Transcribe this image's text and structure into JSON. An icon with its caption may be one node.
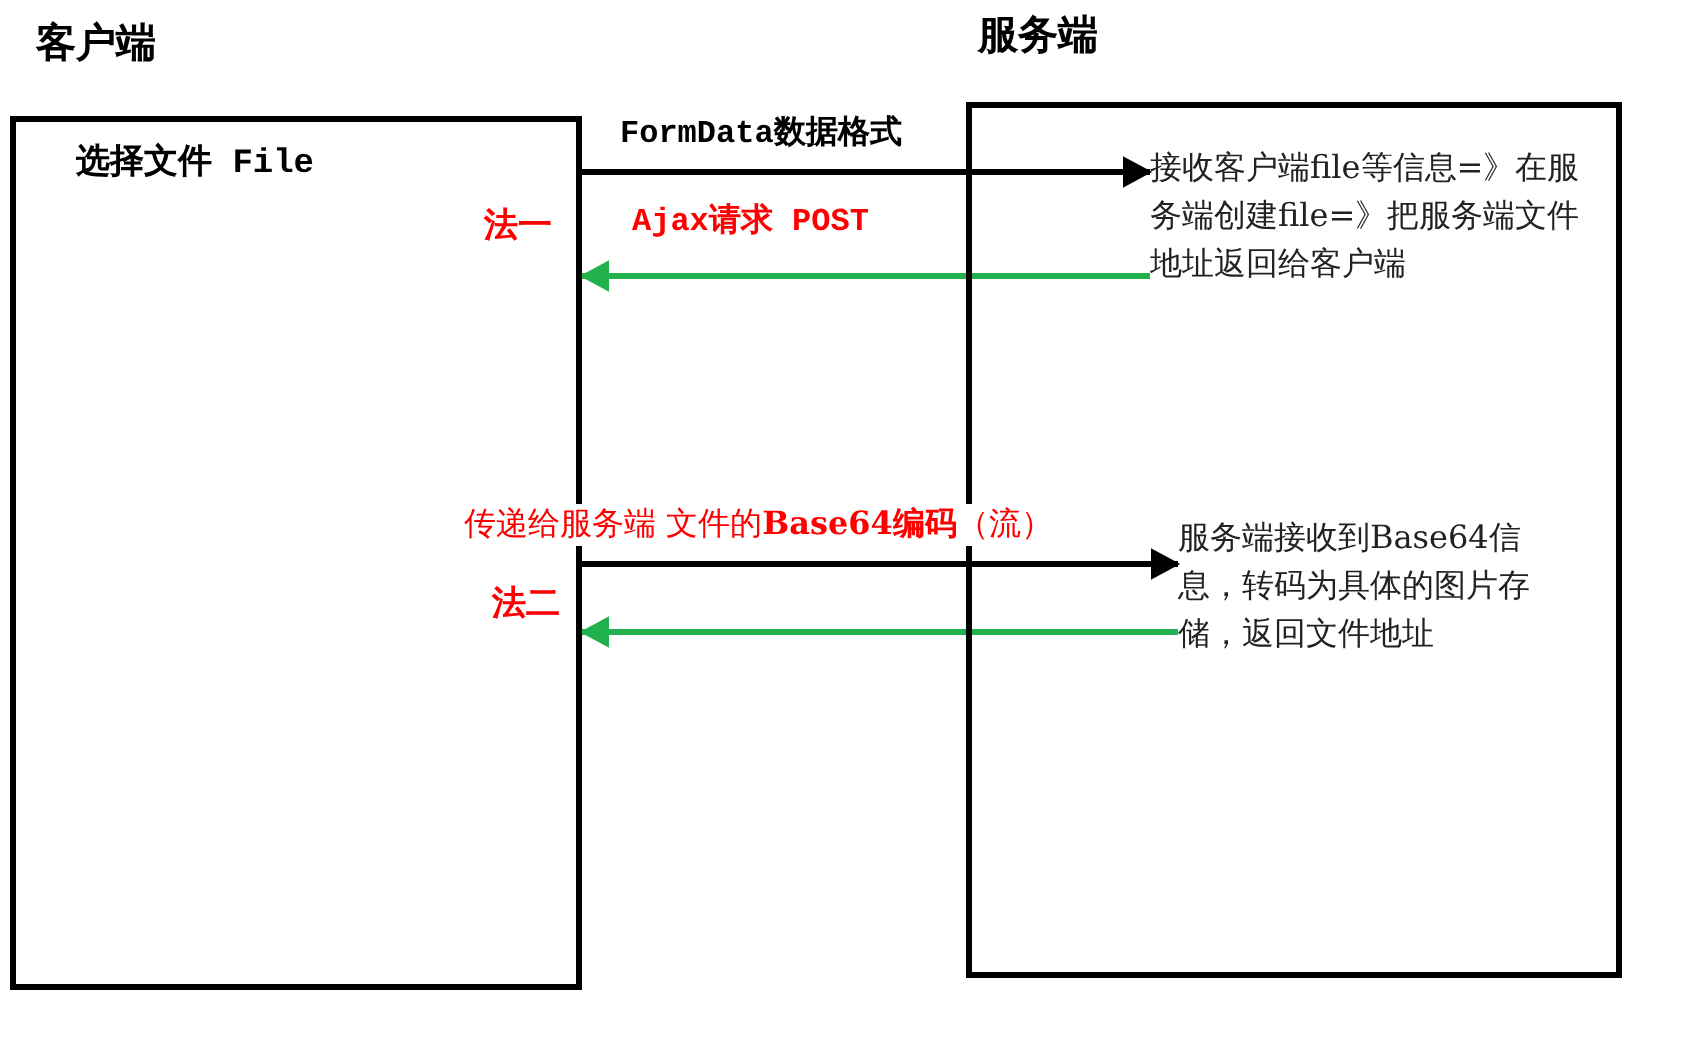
{
  "diagram": {
    "nodes": [
      {
        "text": [
          "客户端",
          "选择文件 File"
        ]
      },
      {
        "text": [
          "服务端"
        ]
      },
      {
        "text": [
          "接收客户端file等信息=》在服务端创建file=》把服务端文件地址返回给客户端"
        ],
        "in": 1
      },
      {
        "text": [
          "服务端接收到Base64信息，转码为具体的图片存储，返回文件地址"
        ],
        "in": 1
      }
    ],
    "edges": [
      {
        "from": 0,
        "to": 2,
        "arrow": "to",
        "label": "FormData数据格式"
      },
      {
        "from": 2,
        "to": 0,
        "arrow": "to",
        "label": "Ajax请求 POST",
        "color": "#22b14c"
      },
      {
        "from": 0,
        "to": 3,
        "arrow": "to",
        "label": "传递给服务端 文件的**Base64编码**（流）"
      },
      {
        "from": 3,
        "to": 0,
        "arrow": "to",
        "color": "#22b14c"
      }
    ],
    "labels": [
      "法一",
      "法二"
    ]
  }
}
